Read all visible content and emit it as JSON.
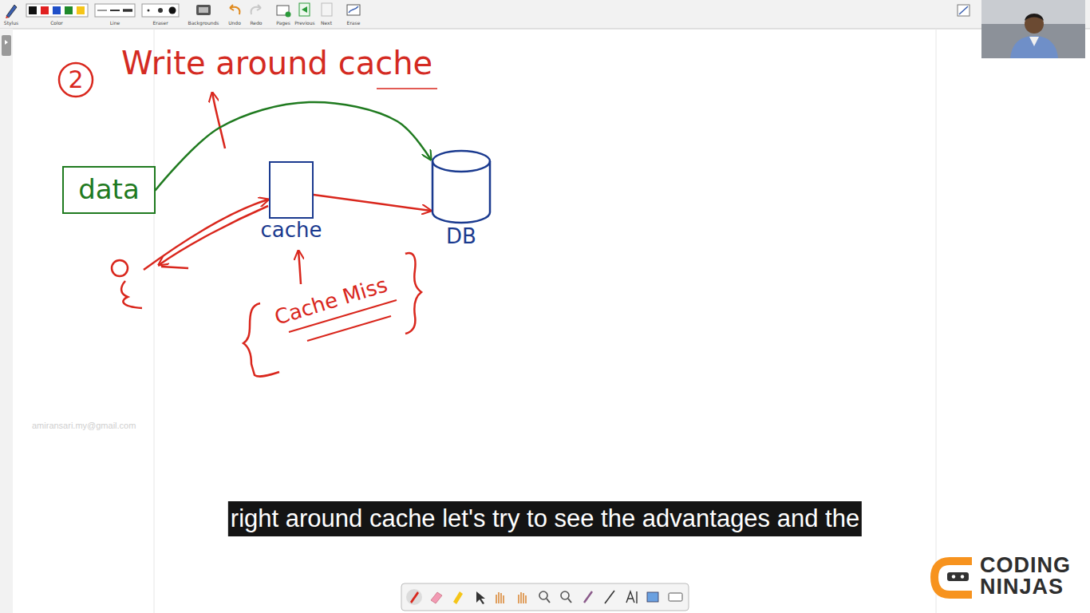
{
  "diagram": {
    "title": "Write around cache",
    "nodes": [
      {
        "text": [
          "2"
        ]
      },
      {
        "text": [
          "data"
        ]
      },
      {
        "text": [
          "cache"
        ]
      },
      {
        "text": [
          "DB"
        ]
      }
    ],
    "edges": [
      {
        "from": 1,
        "to": 3,
        "arrow": "to"
      },
      {
        "from": 2,
        "to": 3,
        "arrow": "to"
      }
    ],
    "labels": [
      "Stylus",
      "Color",
      "Line",
      "Eraser",
      "Backgrounds",
      "Undo",
      "Redo",
      "Pages",
      "Previous",
      "Next",
      "Erase",
      "Cache Miss",
      "amiransari.my@gmail.com",
      "right around cache let's try to see the advantages and the",
      "CODING",
      "NINJAS"
    ]
  }
}
